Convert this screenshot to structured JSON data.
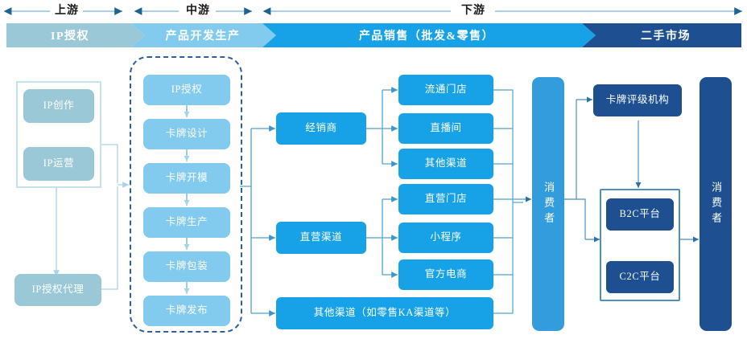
{
  "diagram": {
    "title": "card-industry-value-chain",
    "stages": [
      {
        "key": "upstream",
        "label": "上游",
        "banner": "IP授权",
        "color": "#9BC8D6"
      },
      {
        "key": "midstream",
        "label": "中游",
        "banner": "产品开发生产",
        "color": "#82CBEF"
      },
      {
        "key": "downstream",
        "label": "下游",
        "banner": "产品销售（批发&零售）",
        "color": "#17A2E8"
      },
      {
        "key": "secondhand",
        "label": "",
        "banner": "二手市场",
        "color": "#1D4F91"
      }
    ],
    "upstream": {
      "group_label": "ip-owner-group",
      "nodes": [
        {
          "name": "ip-creation",
          "label": "IP创作"
        },
        {
          "name": "ip-operation",
          "label": "IP运营"
        },
        {
          "name": "ip-licensing-agency",
          "label": "IP授权代理"
        }
      ]
    },
    "midstream": {
      "group_label": "production-pipeline",
      "nodes": [
        {
          "name": "ip-license",
          "label": "IP授权"
        },
        {
          "name": "card-design",
          "label": "卡牌设计"
        },
        {
          "name": "card-tooling",
          "label": "卡牌开模"
        },
        {
          "name": "card-production",
          "label": "卡牌生产"
        },
        {
          "name": "card-packaging",
          "label": "卡牌包装"
        },
        {
          "name": "card-release",
          "label": "卡牌发布"
        }
      ]
    },
    "downstream": {
      "channels": [
        {
          "name": "distributor",
          "label": "经销商"
        },
        {
          "name": "direct-channel",
          "label": "直营渠道"
        },
        {
          "name": "other-channel",
          "label": "其他渠道（如零售KA渠道等）"
        }
      ],
      "outlets": [
        {
          "name": "circulation-store",
          "label": "流通门店"
        },
        {
          "name": "livestream-room",
          "label": "直播间"
        },
        {
          "name": "other-outlet",
          "label": "其他渠道"
        },
        {
          "name": "direct-store",
          "label": "直营门店"
        },
        {
          "name": "mini-program",
          "label": "小程序"
        },
        {
          "name": "official-ecommerce",
          "label": "官方电商"
        }
      ],
      "consumer": {
        "name": "consumer-primary",
        "label": "消费者"
      }
    },
    "secondhand": {
      "grading": {
        "name": "card-grading-agency",
        "label": "卡牌评级机构"
      },
      "platforms": [
        {
          "name": "b2c-platform",
          "label": "B2C平台"
        },
        {
          "name": "c2c-platform",
          "label": "C2C平台"
        }
      ],
      "consumer": {
        "name": "consumer-secondary",
        "label": "消费者"
      }
    },
    "colors": {
      "teal": "#9BC8D6",
      "sky": "#82CBEF",
      "blue": "#17A2E8",
      "navy": "#1D4F91",
      "midblue": "#339CDC",
      "axis": "#6FA8C8",
      "wire_light": "#A9D3E4",
      "wire_blue": "#3E93C9",
      "dashed": "#2E5FA3"
    }
  }
}
